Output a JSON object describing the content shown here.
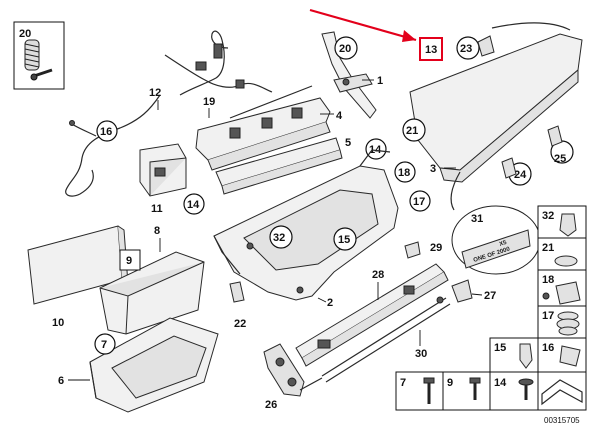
{
  "diagram": {
    "reference_code": "00315705",
    "highlight_color": "#e3001b",
    "labels": {
      "l1": "1",
      "l2": "2",
      "l3": "3",
      "l4": "4",
      "l5": "5",
      "l6": "6",
      "l7": "7",
      "l8": "8",
      "l9": "9",
      "l10": "10",
      "l11": "11",
      "l12": "12",
      "l13": "13",
      "l14a": "14",
      "l14b": "14",
      "l15": "15",
      "l16": "16",
      "l17": "17",
      "l18": "18",
      "l19": "19",
      "l20a": "20",
      "l20b": "20",
      "l21": "21",
      "l22": "22",
      "l23": "23",
      "l24": "24",
      "l25": "25",
      "l26": "26",
      "l27": "27",
      "l28": "28",
      "l29": "29",
      "l30": "30",
      "l31": "31",
      "l32": "32"
    },
    "side_panel": {
      "p32": "32",
      "p21": "21",
      "p18": "18",
      "p17": "17",
      "p15": "15",
      "p16": "16",
      "p7": "7",
      "p9": "9",
      "p14": "14"
    },
    "plate_text_1": "X5",
    "plate_text_2": "ONE OF 2000"
  }
}
